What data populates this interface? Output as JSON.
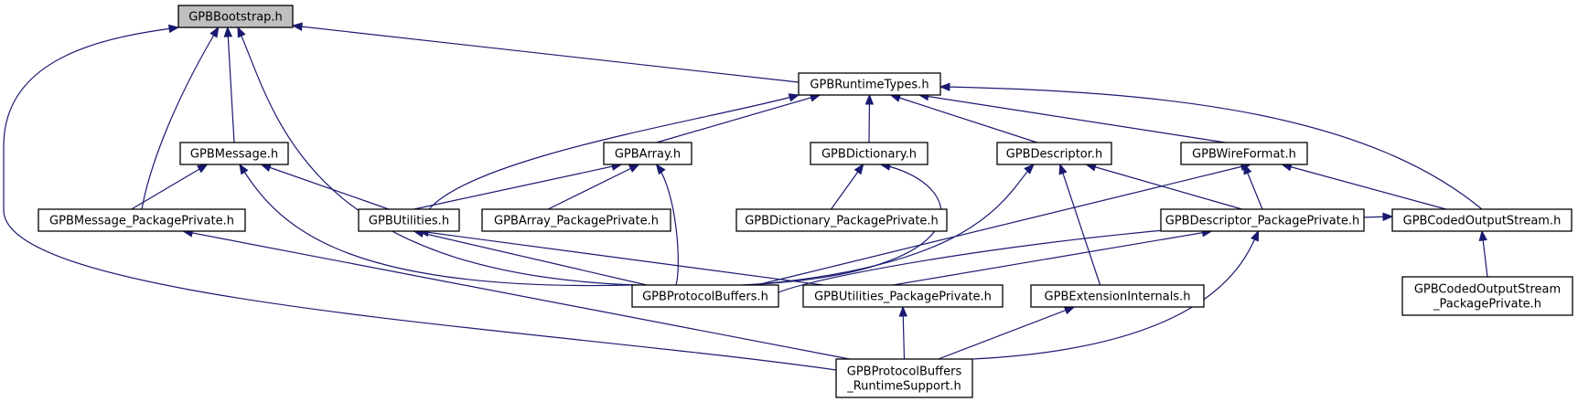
{
  "title": "",
  "colors": {
    "edge": "#191970",
    "current_node_fill": "#bfbfbf",
    "node_fill": "#ffffff",
    "node_border": "#000000"
  },
  "nodes": [
    {
      "id": "bootstrap",
      "lines": [
        "GPBBootstrap.h"
      ],
      "current": true
    },
    {
      "id": "runtimetypes",
      "lines": [
        "GPBRuntimeTypes.h"
      ]
    },
    {
      "id": "message",
      "lines": [
        "GPBMessage.h"
      ]
    },
    {
      "id": "array",
      "lines": [
        "GPBArray.h"
      ]
    },
    {
      "id": "dictionary",
      "lines": [
        "GPBDictionary.h"
      ]
    },
    {
      "id": "descriptor",
      "lines": [
        "GPBDescriptor.h"
      ]
    },
    {
      "id": "wireformat",
      "lines": [
        "GPBWireFormat.h"
      ]
    },
    {
      "id": "message_pp",
      "lines": [
        "GPBMessage_PackagePrivate.h"
      ]
    },
    {
      "id": "utilities",
      "lines": [
        "GPBUtilities.h"
      ]
    },
    {
      "id": "array_pp",
      "lines": [
        "GPBArray_PackagePrivate.h"
      ]
    },
    {
      "id": "dictionary_pp",
      "lines": [
        "GPBDictionary_PackagePrivate.h"
      ]
    },
    {
      "id": "descriptor_pp",
      "lines": [
        "GPBDescriptor_PackagePrivate.h"
      ]
    },
    {
      "id": "codedoutput",
      "lines": [
        "GPBCodedOutputStream.h"
      ]
    },
    {
      "id": "protocolbuffers",
      "lines": [
        "GPBProtocolBuffers.h"
      ]
    },
    {
      "id": "utilities_pp",
      "lines": [
        "GPBUtilities_PackagePrivate.h"
      ]
    },
    {
      "id": "extensioninternals",
      "lines": [
        "GPBExtensionInternals.h"
      ]
    },
    {
      "id": "codedoutput_pp",
      "lines": [
        "GPBCodedOutputStream",
        "_PackagePrivate.h"
      ]
    },
    {
      "id": "runtimesupport",
      "lines": [
        "GPBProtocolBuffers",
        "_RuntimeSupport.h"
      ]
    }
  ],
  "edges": [
    {
      "from": "bootstrap",
      "to": "runtimetypes"
    },
    {
      "from": "bootstrap",
      "to": "message"
    },
    {
      "from": "bootstrap",
      "to": "message_pp"
    },
    {
      "from": "bootstrap",
      "to": "protocolbuffers"
    },
    {
      "from": "bootstrap",
      "to": "runtimesupport"
    },
    {
      "from": "runtimetypes",
      "to": "array"
    },
    {
      "from": "runtimetypes",
      "to": "dictionary"
    },
    {
      "from": "runtimetypes",
      "to": "descriptor"
    },
    {
      "from": "runtimetypes",
      "to": "wireformat"
    },
    {
      "from": "runtimetypes",
      "to": "utilities"
    },
    {
      "from": "runtimetypes",
      "to": "codedoutput"
    },
    {
      "from": "message",
      "to": "message_pp"
    },
    {
      "from": "message",
      "to": "utilities"
    },
    {
      "from": "message",
      "to": "protocolbuffers"
    },
    {
      "from": "array",
      "to": "utilities"
    },
    {
      "from": "array",
      "to": "array_pp"
    },
    {
      "from": "array",
      "to": "protocolbuffers"
    },
    {
      "from": "dictionary",
      "to": "dictionary_pp"
    },
    {
      "from": "dictionary",
      "to": "protocolbuffers"
    },
    {
      "from": "descriptor",
      "to": "protocolbuffers"
    },
    {
      "from": "descriptor",
      "to": "descriptor_pp"
    },
    {
      "from": "descriptor",
      "to": "extensioninternals"
    },
    {
      "from": "wireformat",
      "to": "protocolbuffers"
    },
    {
      "from": "wireformat",
      "to": "descriptor_pp"
    },
    {
      "from": "wireformat",
      "to": "codedoutput"
    },
    {
      "from": "message_pp",
      "to": "runtimesupport"
    },
    {
      "from": "utilities",
      "to": "protocolbuffers"
    },
    {
      "from": "utilities",
      "to": "utilities_pp"
    },
    {
      "from": "descriptor_pp",
      "to": "utilities_pp"
    },
    {
      "from": "descriptor_pp",
      "to": "runtimesupport"
    },
    {
      "from": "codedoutput",
      "to": "protocolbuffers"
    },
    {
      "from": "codedoutput",
      "to": "codedoutput_pp"
    },
    {
      "from": "utilities_pp",
      "to": "runtimesupport"
    },
    {
      "from": "extensioninternals",
      "to": "runtimesupport"
    }
  ]
}
